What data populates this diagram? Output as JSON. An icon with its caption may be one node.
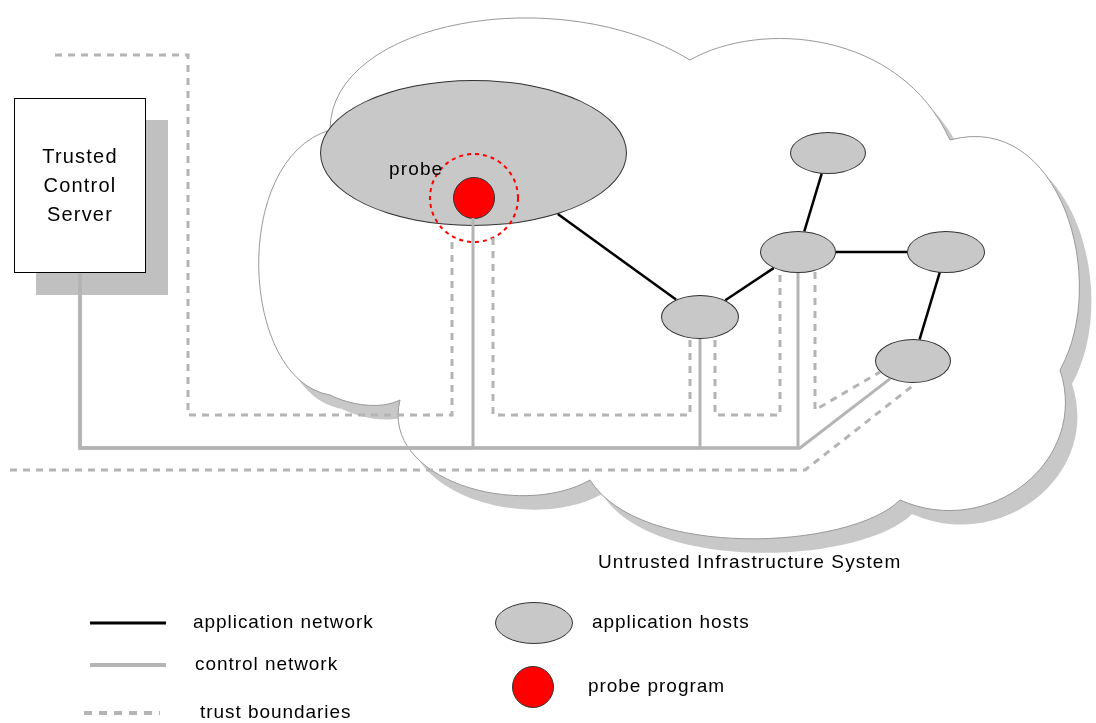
{
  "diagram": {
    "nodes": [
      {
        "text": [
          "Untrusted Infrastructure System"
        ]
      },
      {
        "text": [
          "Trusted Control Server"
        ]
      },
      {
        "text": [],
        "shape": "ellipse",
        "in": 0
      },
      {
        "text": [],
        "shape": "circle",
        "in": 2,
        "beside": [
          "probe"
        ]
      },
      {
        "text": [],
        "shape": "ellipse",
        "in": 0
      },
      {
        "text": [],
        "shape": "ellipse",
        "in": 0
      },
      {
        "text": [],
        "shape": "ellipse",
        "in": 0
      },
      {
        "text": [],
        "shape": "ellipse",
        "in": 0
      },
      {
        "text": [],
        "shape": "ellipse",
        "in": 0
      }
    ],
    "edges": [
      {
        "from": 2,
        "to": 7,
        "arrow": "none"
      },
      {
        "from": 7,
        "to": 5,
        "arrow": "none"
      },
      {
        "from": 5,
        "to": 4,
        "arrow": "none"
      },
      {
        "from": 5,
        "to": 6,
        "arrow": "none"
      },
      {
        "from": 6,
        "to": 8,
        "arrow": "none"
      },
      {
        "from": 1,
        "to": 3,
        "arrow": "none",
        "color": "#b4b4b4"
      },
      {
        "from": 1,
        "to": 7,
        "arrow": "none",
        "color": "#b4b4b4"
      },
      {
        "from": 1,
        "to": 5,
        "arrow": "none",
        "color": "#b4b4b4"
      },
      {
        "from": 1,
        "to": 8,
        "arrow": "none",
        "color": "#b4b4b4"
      }
    ],
    "legend": [
      {
        "text": "application network"
      },
      {
        "text": "control network"
      },
      {
        "text": "trust boundaries"
      },
      {
        "text": "application hosts"
      },
      {
        "text": "probe program"
      }
    ]
  }
}
